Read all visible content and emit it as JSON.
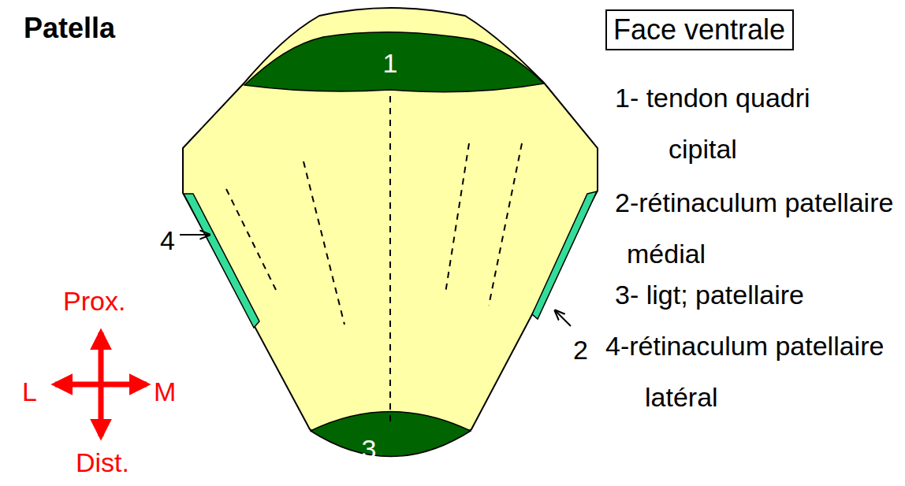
{
  "diagram": {
    "title": "Patella",
    "nodes": [
      {
        "text": [
          "Face ventrale"
        ]
      }
    ],
    "labels": [
      "1",
      "1- tendon quadri cipital",
      "2-rétinaculum patellaire médial",
      "4",
      "3- ligt; patellaire",
      "Prox.",
      "L",
      "M",
      "2",
      "4-rétinaculum patellaire latéral",
      "3",
      "Dist."
    ]
  }
}
